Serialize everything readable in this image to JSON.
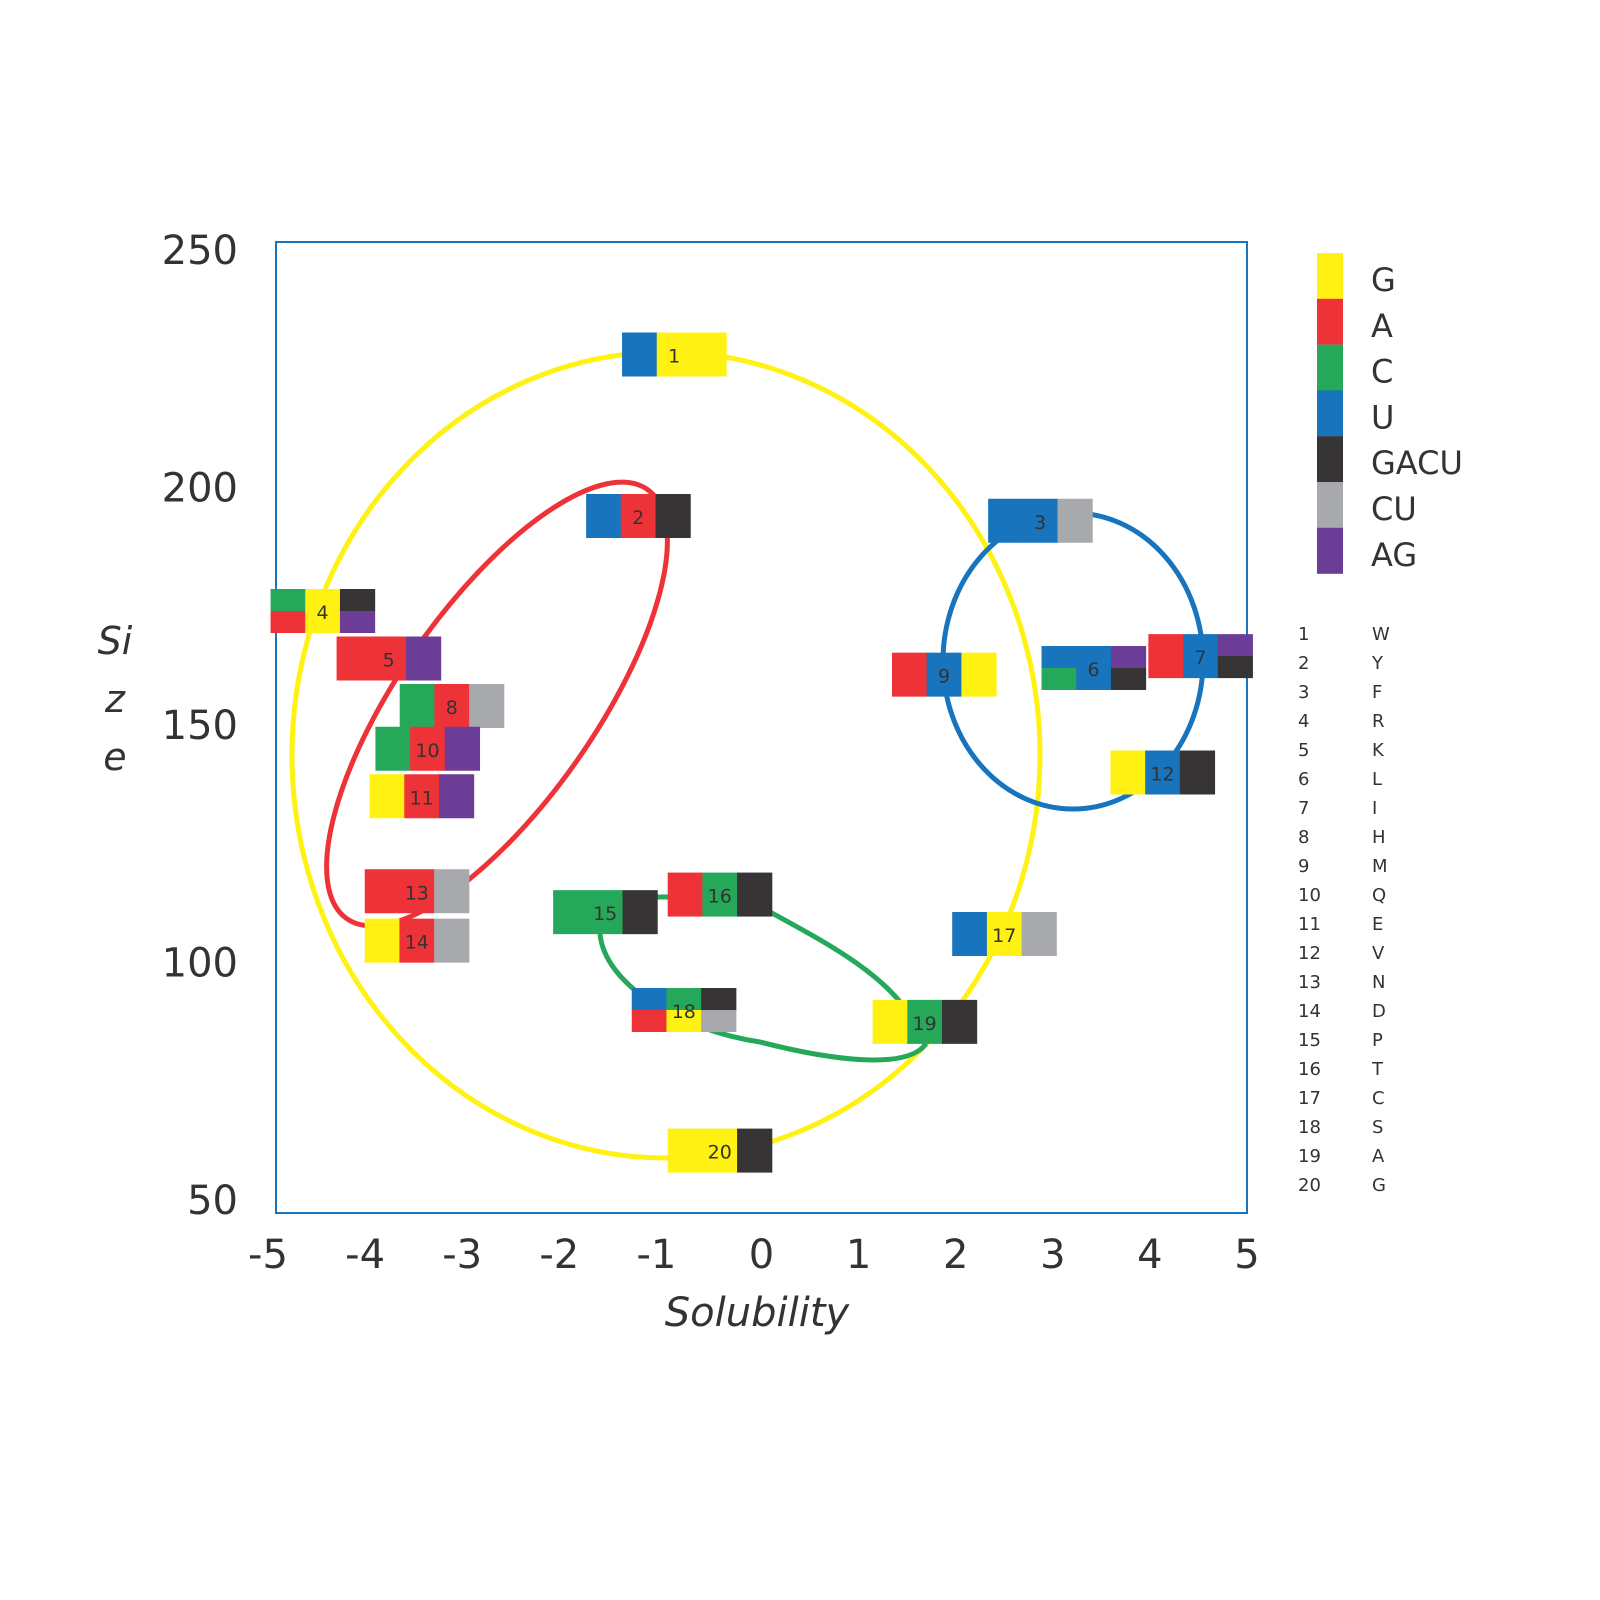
{
  "chart_data": {
    "type": "scatter",
    "title": "",
    "xlabel": "Solubility",
    "ylabel": "Size",
    "xlim": [
      -5,
      5
    ],
    "ylim": [
      50,
      250
    ],
    "xticks": [
      -5,
      -4,
      -3,
      -2,
      -1,
      0,
      1,
      2,
      3,
      4,
      5
    ],
    "yticks": [
      50,
      100,
      150,
      200,
      250
    ],
    "grid": false,
    "colors": {
      "G": "#fff212",
      "A": "#ee3338",
      "C": "#26a85a",
      "U": "#1874bc",
      "GACU": "#373435",
      "CU": "#a7a9ac",
      "AG": "#6c3d96"
    },
    "legend": {
      "placement": "right",
      "entries": [
        "G",
        "A",
        "C",
        "U",
        "GACU",
        "CU",
        "AG"
      ]
    },
    "key": [
      {
        "n": "1",
        "aa": "W"
      },
      {
        "n": "2",
        "aa": "Y"
      },
      {
        "n": "3",
        "aa": "F"
      },
      {
        "n": "4",
        "aa": "R"
      },
      {
        "n": "5",
        "aa": "K"
      },
      {
        "n": "6",
        "aa": "L"
      },
      {
        "n": "7",
        "aa": "I"
      },
      {
        "n": "8",
        "aa": "H"
      },
      {
        "n": "9",
        "aa": "M"
      },
      {
        "n": "10",
        "aa": "Q"
      },
      {
        "n": "11",
        "aa": "E"
      },
      {
        "n": "12",
        "aa": "V"
      },
      {
        "n": "13",
        "aa": "N"
      },
      {
        "n": "14",
        "aa": "D"
      },
      {
        "n": "15",
        "aa": "P"
      },
      {
        "n": "16",
        "aa": "T"
      },
      {
        "n": "17",
        "aa": "C"
      },
      {
        "n": "18",
        "aa": "S"
      },
      {
        "n": "19",
        "aa": "A"
      },
      {
        "n": "20",
        "aa": "G"
      }
    ],
    "points": [
      {
        "label": "1",
        "x": -0.9,
        "y": 228,
        "codon": [
          "U",
          "G",
          "G"
        ]
      },
      {
        "label": "2",
        "x": -1.27,
        "y": 194,
        "codon": [
          "U",
          "A",
          "GACU"
        ]
      },
      {
        "label": "3",
        "x": 2.87,
        "y": 193,
        "codon": [
          "U",
          "U",
          "CU"
        ]
      },
      {
        "label": "4",
        "x": -4.52,
        "y": 174,
        "codon": [
          [
            "C",
            "A"
          ],
          "G",
          [
            "GACU",
            "AG"
          ]
        ]
      },
      {
        "label": "5",
        "x": -3.84,
        "y": 164,
        "codon": [
          "A",
          "A",
          "AG"
        ]
      },
      {
        "label": "6",
        "x": 3.42,
        "y": 162,
        "codon": [
          [
            "U",
            "C"
          ],
          "U",
          [
            "AG",
            "GACU"
          ]
        ]
      },
      {
        "label": "7",
        "x": 4.52,
        "y": 164.5,
        "codon": [
          "A",
          "U",
          [
            "AG",
            "GACU"
          ]
        ]
      },
      {
        "label": "8",
        "x": -3.19,
        "y": 154,
        "codon": [
          "C",
          "A",
          "CU"
        ]
      },
      {
        "label": "9",
        "x": 1.88,
        "y": 160.6,
        "codon": [
          "A",
          "U",
          "G"
        ]
      },
      {
        "label": "10",
        "x": -3.44,
        "y": 145,
        "codon": [
          "C",
          "A",
          "AG"
        ]
      },
      {
        "label": "11",
        "x": -3.5,
        "y": 135,
        "codon": [
          "G",
          "A",
          "AG"
        ]
      },
      {
        "label": "12",
        "x": 4.13,
        "y": 140,
        "codon": [
          "G",
          "U",
          "GACU"
        ]
      },
      {
        "label": "13",
        "x": -3.55,
        "y": 115,
        "codon": [
          "A",
          "A",
          "CU"
        ]
      },
      {
        "label": "14",
        "x": -3.55,
        "y": 104.6,
        "codon": [
          "G",
          "A",
          "CU"
        ]
      },
      {
        "label": "15",
        "x": -1.61,
        "y": 110.6,
        "codon": [
          "C",
          "C",
          "GACU"
        ]
      },
      {
        "label": "16",
        "x": -0.43,
        "y": 114.3,
        "codon": [
          "A",
          "C",
          "GACU"
        ]
      },
      {
        "label": "17",
        "x": 2.5,
        "y": 106,
        "codon": [
          "U",
          "G",
          "CU"
        ]
      },
      {
        "label": "18",
        "x": -0.8,
        "y": 90,
        "codon": [
          [
            "U",
            "A"
          ],
          [
            "C",
            "G"
          ],
          [
            "GACU",
            "CU"
          ]
        ]
      },
      {
        "label": "19",
        "x": 1.68,
        "y": 87.5,
        "codon": [
          "G",
          "C",
          "GACU"
        ]
      },
      {
        "label": "20",
        "x": -0.43,
        "y": 60.4,
        "codon": [
          "G",
          "G",
          "GACU"
        ]
      }
    ],
    "groups": [
      {
        "name": "G",
        "color": "#fff212"
      },
      {
        "name": "A",
        "color": "#ee3338"
      },
      {
        "name": "U",
        "color": "#1874bc"
      },
      {
        "name": "C",
        "color": "#26a85a"
      }
    ]
  }
}
